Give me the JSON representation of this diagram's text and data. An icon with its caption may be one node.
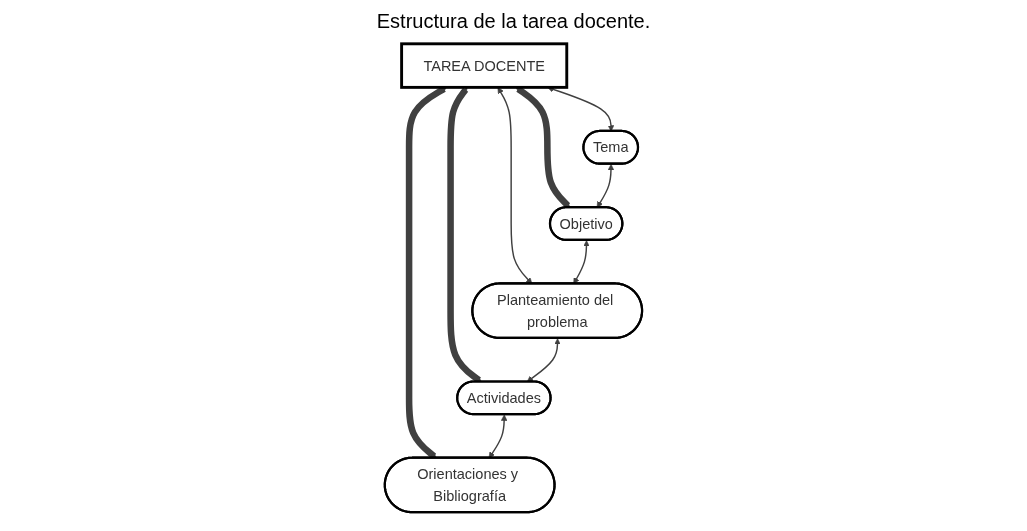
{
  "diagram": {
    "title": "Estructura de la tarea docente.",
    "nodes": [
      {
        "text": [
          "TAREA DOCENTE"
        ]
      },
      {
        "text": [
          "Tema"
        ]
      },
      {
        "text": [
          "Objetivo"
        ]
      },
      {
        "text": [
          "Planteamiento del problema"
        ]
      },
      {
        "text": [
          "Actividades"
        ]
      },
      {
        "text": [
          "Orientaciones y Bibliografía"
        ]
      }
    ],
    "edges": [
      {
        "from": 0,
        "to": 1,
        "arrow": "both"
      },
      {
        "from": 0,
        "to": 2,
        "arrow": "both",
        "style": "thick"
      },
      {
        "from": 0,
        "to": 3,
        "arrow": "both"
      },
      {
        "from": 0,
        "to": 4,
        "arrow": "both",
        "style": "thick"
      },
      {
        "from": 0,
        "to": 5,
        "arrow": "both",
        "style": "thick"
      },
      {
        "from": 1,
        "to": 2,
        "arrow": "both"
      },
      {
        "from": 2,
        "to": 3,
        "arrow": "both"
      },
      {
        "from": 3,
        "to": 4,
        "arrow": "both"
      },
      {
        "from": 4,
        "to": 5,
        "arrow": "both"
      }
    ]
  }
}
